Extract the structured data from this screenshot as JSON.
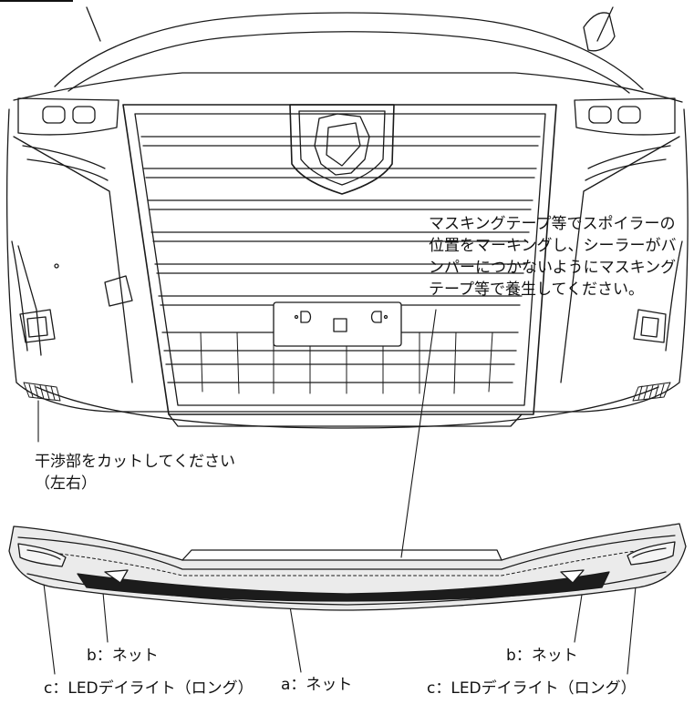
{
  "annotations": {
    "masking_note_lines": [
      "マスキングテープ等でスポイラーの",
      "位置をマーキングし、シーラーがバ",
      "ンパーにつかないようにマスキング",
      "テープ等で養生してください。"
    ],
    "cut_note_lines": [
      "干渉部をカットしてください",
      "（左右）"
    ]
  },
  "parts": {
    "a_label": "a：ネット",
    "b_left_label": "b：ネット",
    "b_right_label": "b：ネット",
    "c_left_label": "c：LEDデイライト（ロング）",
    "c_right_label": "c：LEDデイライト（ロング）"
  },
  "colors": {
    "line": "#1a1a1a",
    "net_fill": "#1c1c1c",
    "spoiler_fill": "#ebebeb",
    "led_fill": "#f5f5f5"
  }
}
